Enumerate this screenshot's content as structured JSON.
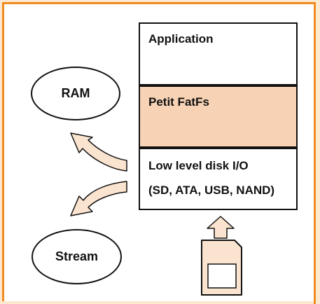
{
  "colors": {
    "background": "#fde8d0",
    "frame_border": "#f08c22",
    "petit_fatfs_fill": "#f7d2b4",
    "arrow_fill": "#fbe4cf",
    "stroke": "#111111"
  },
  "layers": {
    "application": "Application",
    "petit_fatfs": "Petit FatFs",
    "disk_io_line1": "Low level disk I/O",
    "disk_io_line2": "(SD, ATA, USB, NAND)"
  },
  "targets": {
    "ram": "RAM",
    "stream": "Stream"
  },
  "icons": {
    "upload_arrow": "up-arrow-icon",
    "storage_card": "sd-card-icon"
  }
}
